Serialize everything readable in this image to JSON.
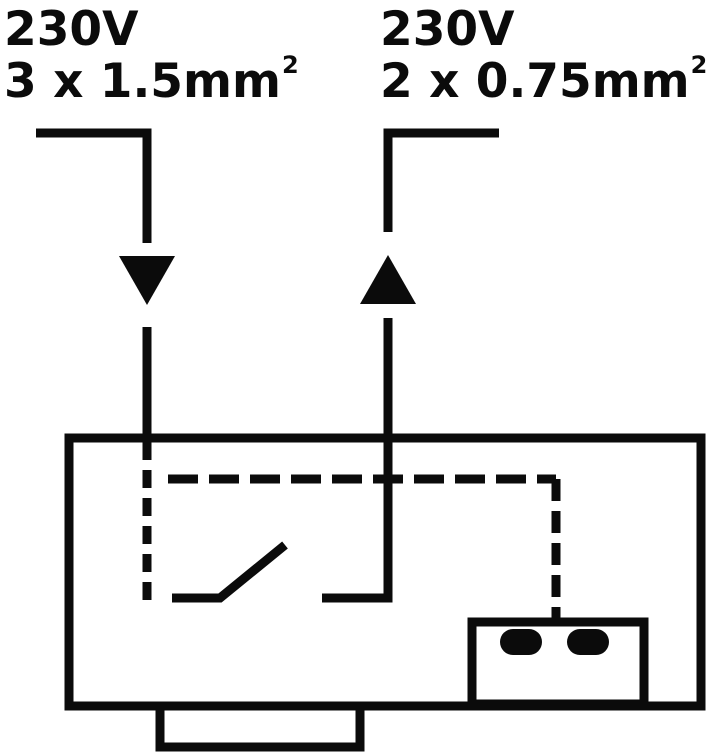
{
  "left_cable": {
    "voltage": "230V",
    "spec": "3 x 1.5mm",
    "spec_exponent": "2",
    "direction": "in"
  },
  "right_cable": {
    "voltage": "230V",
    "spec": "2 x 0.75mm",
    "spec_exponent": "2",
    "direction": "out"
  },
  "colors": {
    "stroke": "#0b0b0b",
    "background": "#ffffff"
  }
}
